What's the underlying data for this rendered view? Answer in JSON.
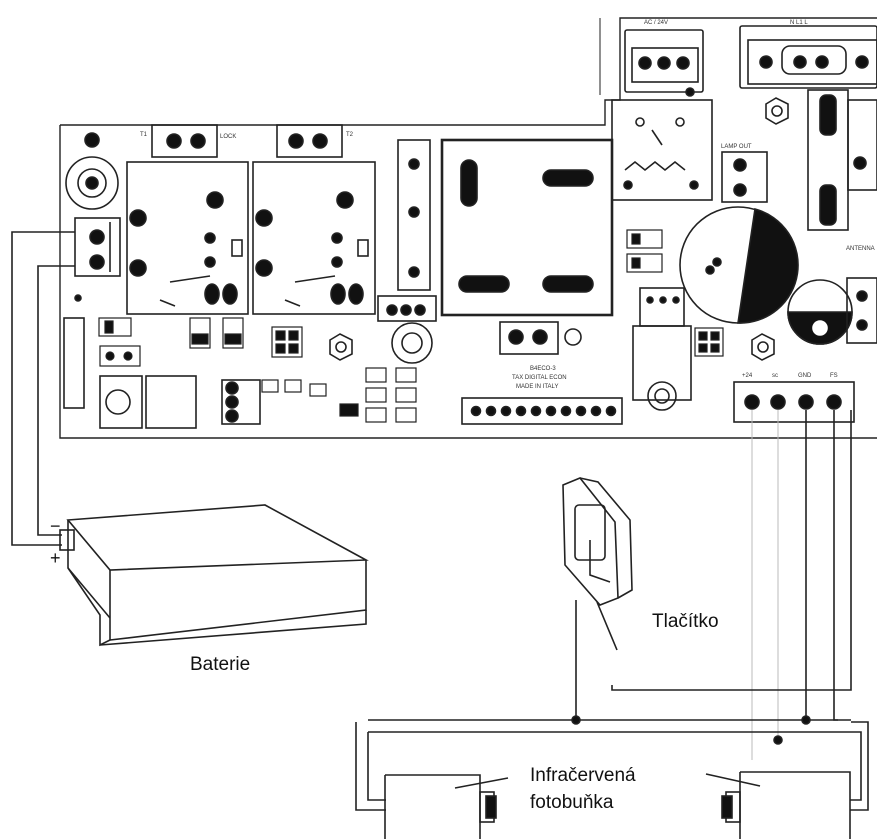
{
  "labels": {
    "battery": "Baterie",
    "button": "Tlačítko",
    "photocell_line1": "Infračervená",
    "photocell_line2": "fotobuňka"
  },
  "board": {
    "marking_line1": "B4ECO-3",
    "marking_line2": "TAX DIGITAL ECON",
    "marking_line3": "MADE IN ITALY",
    "terminal_top_left": "AC / 24V",
    "terminal_top_right": "N L1 L",
    "lamp_out": "LAMP OUT",
    "antenna": "ANTENNA",
    "bottom_terminal_1": "+24",
    "bottom_terminal_2": "sc",
    "bottom_terminal_3": "GND",
    "bottom_terminal_4": "FS",
    "relay_label": "LOCK",
    "ref_tr1": "T1",
    "ref_tr2": "T2",
    "battery_minus": "−",
    "battery_plus": "+"
  }
}
